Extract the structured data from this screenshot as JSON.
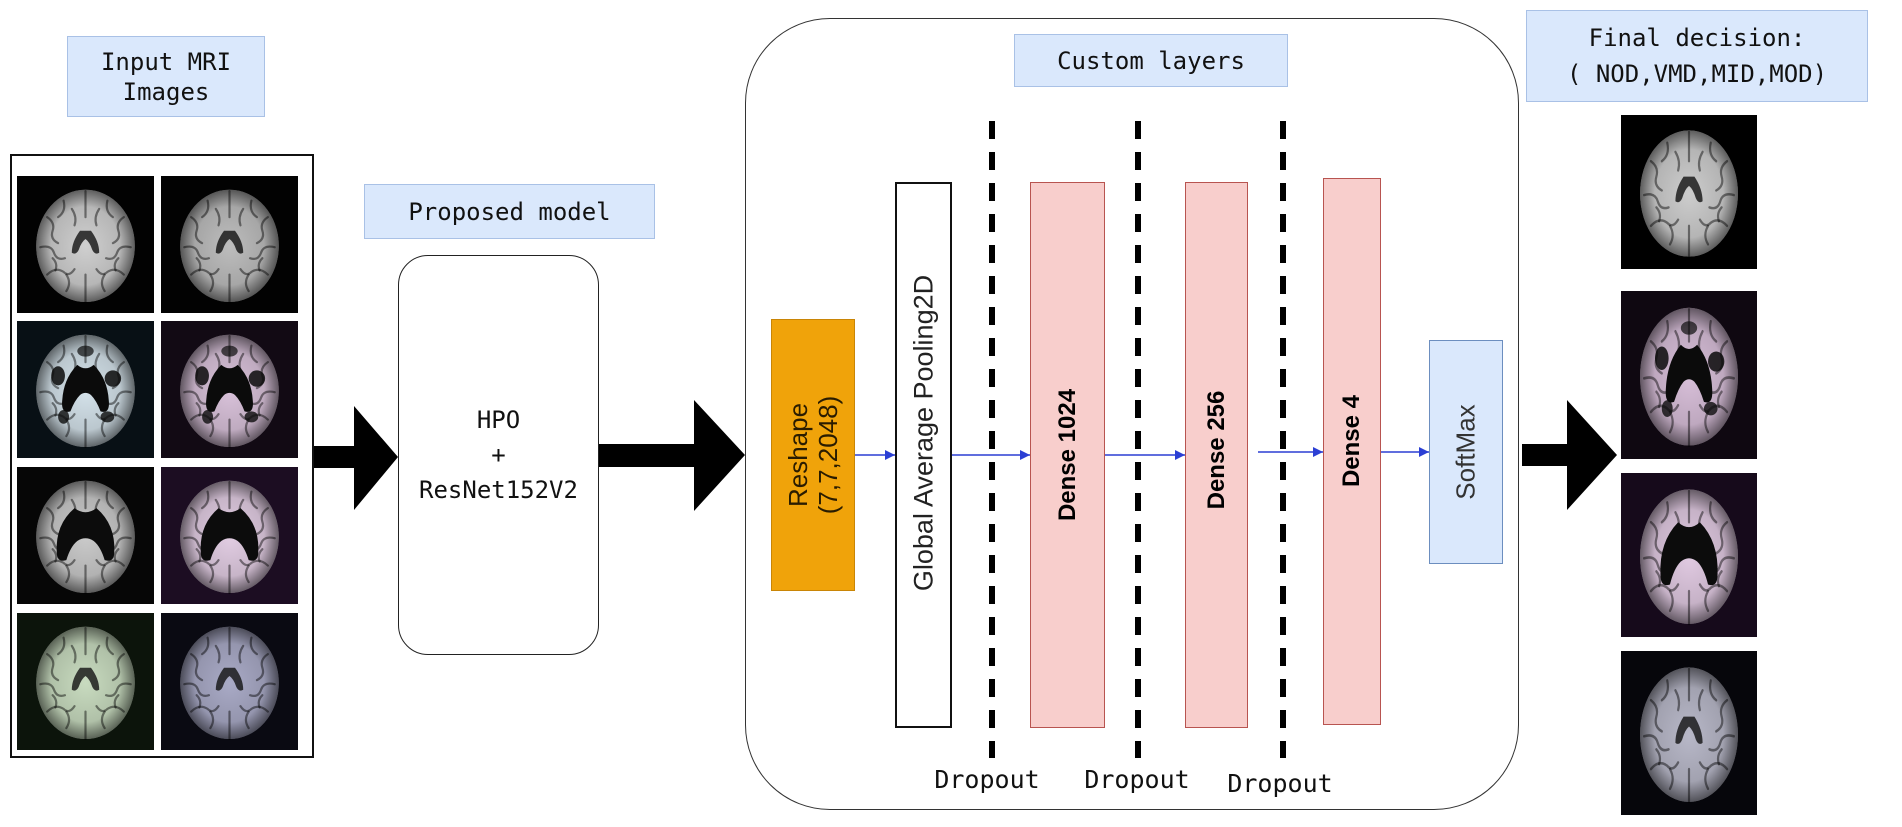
{
  "input_label": {
    "line1": "Input MRI",
    "line2": "Images"
  },
  "proposed_model": {
    "label": "Proposed model",
    "line1": "HPO",
    "line2": "+",
    "line3": "ResNet152V2"
  },
  "custom_layers": {
    "label": "Custom layers",
    "reshape": {
      "line1": "Reshape",
      "line2": "(7,7,2048)"
    },
    "global_pooling": "Global Average Pooling2D",
    "dense": [
      "Dense 1024",
      "Dense 256",
      "Dense 4"
    ],
    "softmax": "SoftMax",
    "dropout": [
      "Dropout",
      "Dropout",
      "Dropout"
    ]
  },
  "final_decision": {
    "line1": "Final decision:",
    "line2": "( NOD,VMD,MID,MOD)"
  },
  "colors": {
    "label_fill": "#DAE8FC",
    "label_border": "#A9C1E6",
    "reshape_fill": "#F0A30A",
    "dense_fill": "#F8CECC",
    "dense_border": "#B85450",
    "softmax_fill": "#DAE8FC",
    "softmax_border": "#6C8EBF",
    "flow_arrow": "#2B3FD4",
    "big_arrow": "#000000"
  },
  "input_images": [
    {
      "tint": "#CFCFCF",
      "bg": "#020202"
    },
    {
      "tint": "#BDBDBD",
      "bg": "#020202"
    },
    {
      "tint": "#D4E2EA",
      "bg": "#081015"
    },
    {
      "tint": "#D9C2DA",
      "bg": "#120A14"
    },
    {
      "tint": "#CACACA",
      "bg": "#060606"
    },
    {
      "tint": "#E2CDE3",
      "bg": "#1C0D22"
    },
    {
      "tint": "#C8DBBF",
      "bg": "#0C140B"
    },
    {
      "tint": "#A9AAC6",
      "bg": "#0A0A12"
    }
  ],
  "output_images": [
    {
      "tint": "#CDCDCD",
      "bg": "#000000"
    },
    {
      "tint": "#D8BFD9",
      "bg": "#0F0811"
    },
    {
      "tint": "#E1CAE2",
      "bg": "#160A1B"
    },
    {
      "tint": "#B8B8C8",
      "bg": "#06060B"
    }
  ]
}
